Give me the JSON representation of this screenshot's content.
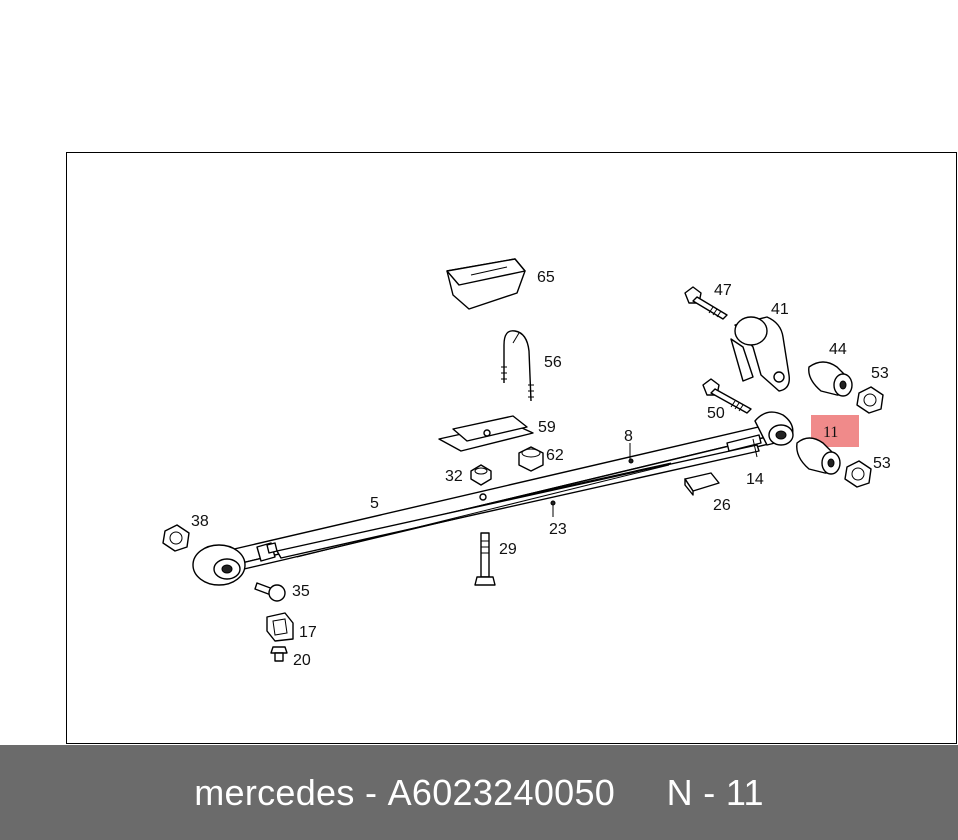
{
  "diagram": {
    "labels": {
      "p65": "65",
      "p47": "47",
      "p41": "41",
      "p56": "56",
      "p44": "44",
      "p53a": "53",
      "p59": "59",
      "p50": "50",
      "p11": "11",
      "p8": "8",
      "p62": "62",
      "p53b": "53",
      "p32": "32",
      "p14": "14",
      "p26": "26",
      "p5": "5",
      "p23": "23",
      "p38": "38",
      "p29": "29",
      "p35": "35",
      "p17": "17",
      "p20": "20"
    },
    "highlight_color": "#f08a8a"
  },
  "caption": {
    "brand": "mercedes",
    "separator": " - ",
    "part_number": "A6023240050",
    "gap": "     ",
    "ref": "N - 11"
  }
}
